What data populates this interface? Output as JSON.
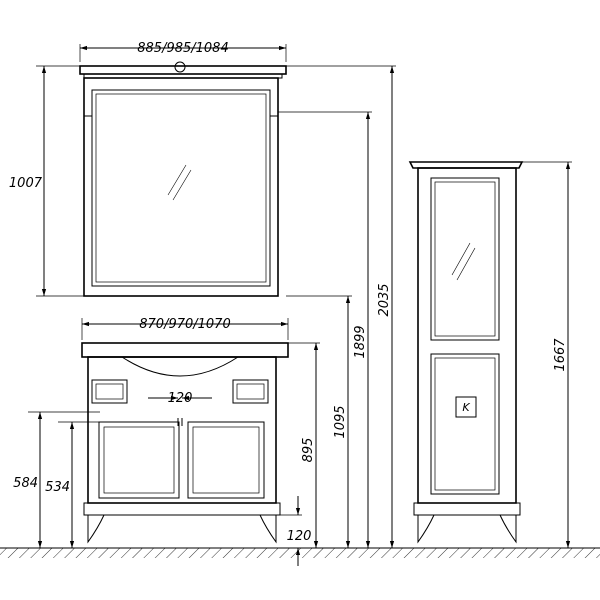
{
  "dimensions": {
    "mirror_width": "885/985/1084",
    "mirror_height": "1007",
    "vanity_width": "870/970/1070",
    "handle_spacing": "120",
    "height_584": "584",
    "height_534": "534",
    "height_895": "895",
    "height_1095": "1095",
    "height_1899": "1899",
    "height_2035": "2035",
    "leg_height": "120",
    "cabinet_height": "1667"
  },
  "labels": {
    "cabinet_door_letter": "K"
  }
}
